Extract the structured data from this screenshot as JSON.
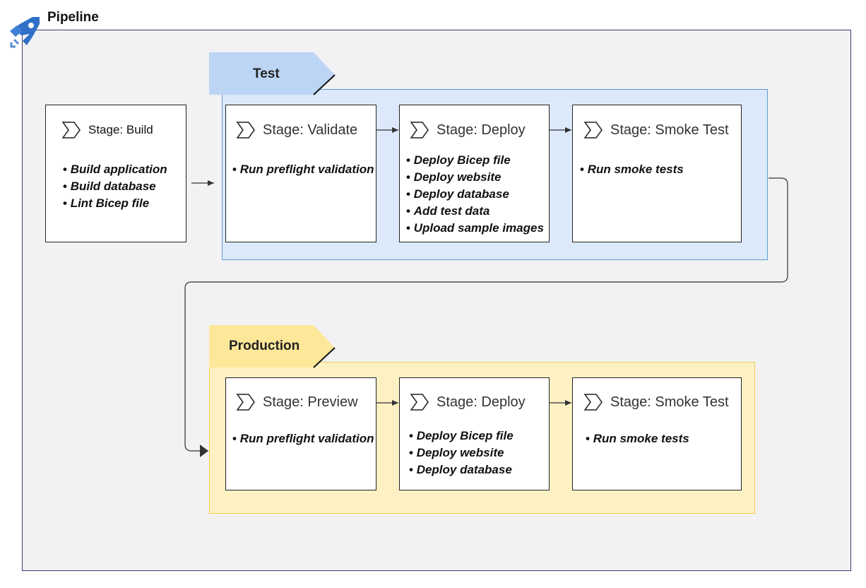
{
  "pipeline": {
    "title": "Pipeline",
    "icon": "azure-pipelines-rocket-icon"
  },
  "groups": [
    {
      "label": "Test",
      "tab_color": "#bcd5f5",
      "box_color": "#dce9fb",
      "border_color": "#5b9bd5",
      "stages": [
        {
          "title": "Stage: Validate",
          "items": [
            "Run preflight validation"
          ]
        },
        {
          "title": "Stage: Deploy",
          "items": [
            "Deploy Bicep file",
            "Deploy website",
            "Deploy database",
            "Add test data",
            "Upload sample images"
          ]
        },
        {
          "title": "Stage: Smoke Test",
          "items": [
            "Run smoke tests"
          ]
        }
      ]
    },
    {
      "label": "Production",
      "tab_color": "#fde89a",
      "box_color": "#fdf1c4",
      "border_color": "#f5cf45",
      "stages": [
        {
          "title": "Stage: Preview",
          "items": [
            "Run preflight validation"
          ]
        },
        {
          "title": "Stage: Deploy",
          "items": [
            "Deploy Bicep file",
            "Deploy website",
            "Deploy database"
          ]
        },
        {
          "title": "Stage: Smoke Test",
          "items": [
            "Run smoke tests"
          ]
        }
      ]
    }
  ],
  "build_stage": {
    "title": "Stage: Build",
    "items": [
      "Build application",
      "Build database",
      "Lint Bicep file"
    ]
  }
}
